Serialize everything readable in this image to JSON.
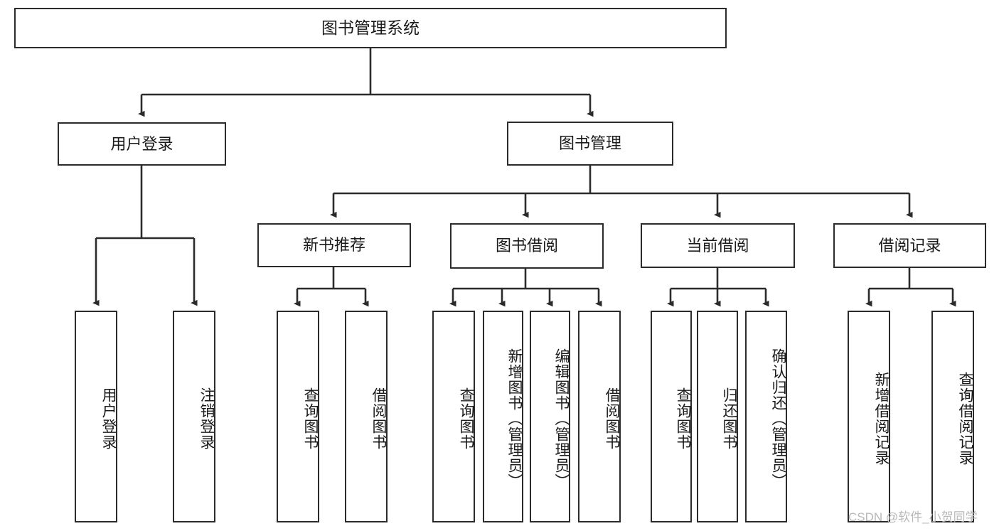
{
  "diagram": {
    "type": "tree",
    "title": "图书管理系统",
    "orientation": "top-down",
    "colors": {
      "border": "#2b2b2b",
      "background": "#ffffff",
      "text": "#1a1a1a",
      "watermark": "#b8b8b8"
    },
    "nodes": {
      "root": {
        "label": "图书管理系统",
        "level": 1
      },
      "l2": [
        {
          "id": "user-login",
          "label": "用户登录",
          "level": 2
        },
        {
          "id": "book-manage",
          "label": "图书管理",
          "level": 2
        }
      ],
      "l3": [
        {
          "id": "new-book-rec",
          "label": "新书推荐",
          "level": 3,
          "parent": "book-manage"
        },
        {
          "id": "book-borrow",
          "label": "图书借阅",
          "level": 3,
          "parent": "book-manage"
        },
        {
          "id": "current-borrow",
          "label": "当前借阅",
          "level": 3,
          "parent": "book-manage"
        },
        {
          "id": "borrow-record",
          "label": "借阅记录",
          "level": 3,
          "parent": "book-manage"
        }
      ],
      "leaves": [
        {
          "id": "leaf-user-login",
          "label": "用户登录",
          "parent": "user-login"
        },
        {
          "id": "leaf-user-logout",
          "label": "注销登录",
          "parent": "user-login"
        },
        {
          "id": "leaf-query-book-1",
          "label": "查询图书",
          "parent": "new-book-rec"
        },
        {
          "id": "leaf-borrow-book-1",
          "label": "借阅图书",
          "parent": "new-book-rec"
        },
        {
          "id": "leaf-query-book-2",
          "label": "查询图书",
          "parent": "book-borrow"
        },
        {
          "id": "leaf-add-book",
          "label": "新增图书（管理员）",
          "parent": "book-borrow"
        },
        {
          "id": "leaf-edit-book",
          "label": "编辑图书（管理员）",
          "parent": "book-borrow"
        },
        {
          "id": "leaf-borrow-book-2",
          "label": "借阅图书",
          "parent": "book-borrow"
        },
        {
          "id": "leaf-query-book-3",
          "label": "查询图书",
          "parent": "current-borrow"
        },
        {
          "id": "leaf-return-book",
          "label": "归还图书",
          "parent": "current-borrow"
        },
        {
          "id": "leaf-confirm-return",
          "label": "确认归还（管理员）",
          "parent": "current-borrow"
        },
        {
          "id": "leaf-add-record",
          "label": "新增借阅记录",
          "parent": "borrow-record"
        },
        {
          "id": "leaf-query-record",
          "label": "查询借阅记录",
          "parent": "borrow-record"
        }
      ]
    }
  },
  "watermark": {
    "text": "CSDN @软件_小贺同学"
  }
}
